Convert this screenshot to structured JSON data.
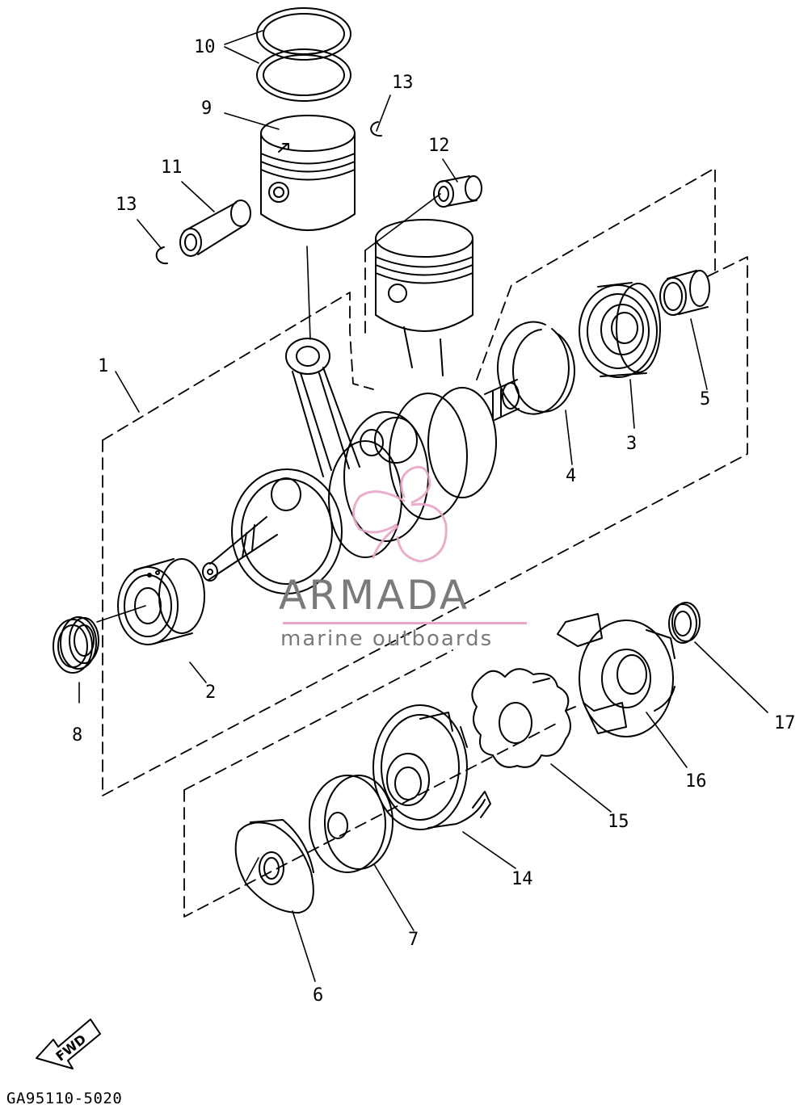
{
  "diagram": {
    "drawing_code": "GA95110-5020",
    "fwd_arrow_label": "FWD",
    "watermark": {
      "brand": "ARMADA",
      "tagline": "marine outboards",
      "rule_color": "#e6a6c6",
      "logo_color": "#e6a6c6",
      "text_color": "#7a7a7a"
    },
    "callouts": {
      "c1": "1",
      "c2": "2",
      "c3": "3",
      "c4": "4",
      "c5": "5",
      "c6": "6",
      "c7": "7",
      "c8": "8",
      "c9": "9",
      "c10": "10",
      "c11": "11",
      "c12": "12",
      "c13a": "13",
      "c13b": "13",
      "c14": "14",
      "c15": "15",
      "c16": "16",
      "c17": "17"
    }
  }
}
